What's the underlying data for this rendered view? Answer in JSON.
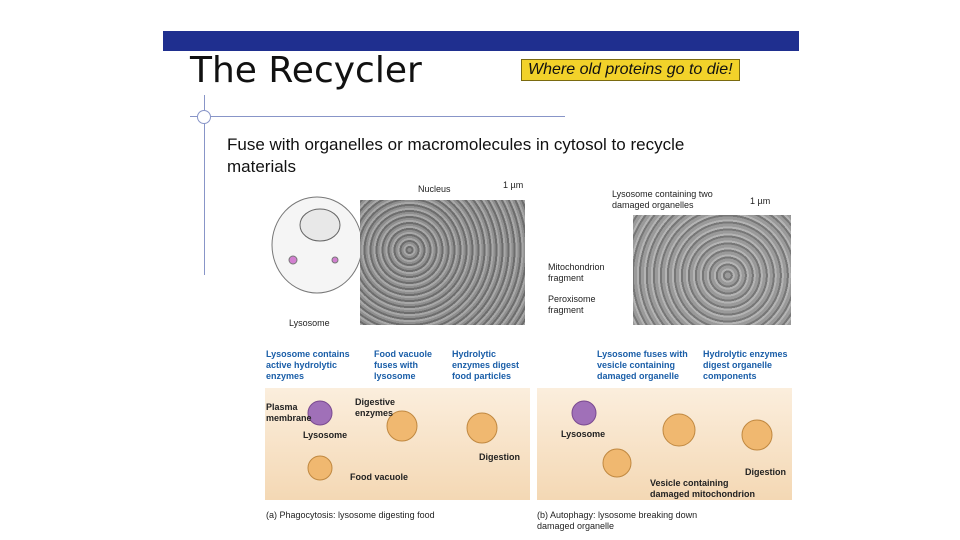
{
  "slide": {
    "title": "The Recycler",
    "subtitle": "Where old proteins go to die!",
    "body": "Fuse with organelles or macromolecules in cytosol to recycle materials"
  },
  "figure": {
    "left_micrograph": {
      "nucleus": "Nucleus",
      "scale": "1 µm",
      "lysosome": "Lysosome"
    },
    "right_micrograph": {
      "lyso_two": "Lysosome containing two damaged organelles",
      "scale": "1 µm",
      "mito": "Mitochondrion fragment",
      "perox": "Peroxisome fragment"
    },
    "panel_a": {
      "step1": "Lysosome contains active hydrolytic enzymes",
      "step2": "Food vacuole fuses with lysosome",
      "step3": "Hydrolytic enzymes digest food particles",
      "plasma": "Plasma membrane",
      "digestive": "Digestive enzymes",
      "lysosome": "Lysosome",
      "food_vacuole": "Food vacuole",
      "digestion": "Digestion",
      "caption": "(a) Phagocytosis: lysosome digesting food"
    },
    "panel_b": {
      "step1": "Lysosome fuses with vesicle containing damaged organelle",
      "step2": "Hydrolytic enzymes digest organelle components",
      "lysosome": "Lysosome",
      "vesicle": "Vesicle containing damaged mitochondrion",
      "digestion": "Digestion",
      "caption": "(b) Autophagy: lysosome breaking down damaged organelle"
    }
  }
}
